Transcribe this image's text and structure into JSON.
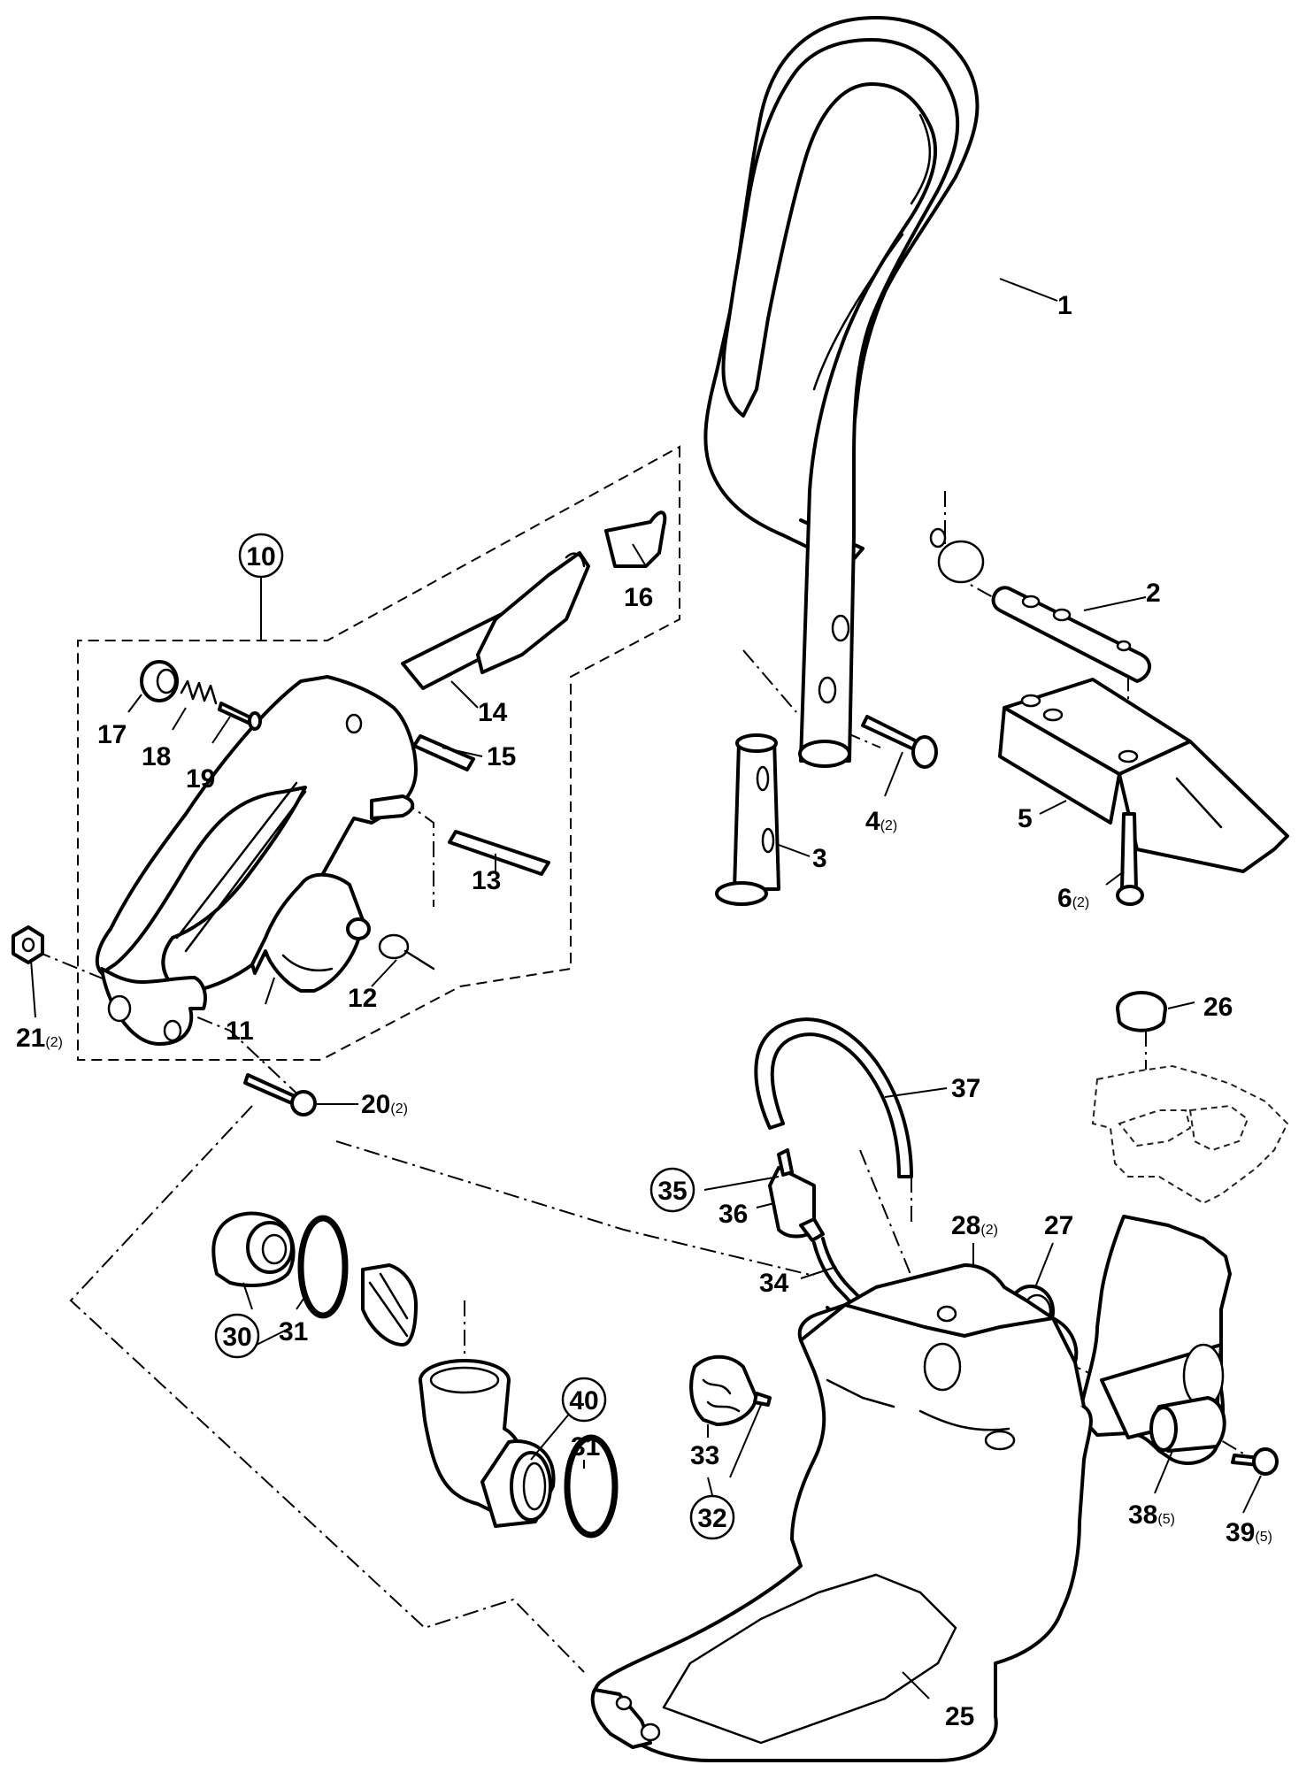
{
  "callouts": [
    {
      "id": "c1",
      "num": "1",
      "qty": ""
    },
    {
      "id": "c2",
      "num": "2",
      "qty": ""
    },
    {
      "id": "c3",
      "num": "3",
      "qty": ""
    },
    {
      "id": "c4",
      "num": "4",
      "qty": "(2)"
    },
    {
      "id": "c5",
      "num": "5",
      "qty": ""
    },
    {
      "id": "c6",
      "num": "6",
      "qty": "(2)"
    },
    {
      "id": "c10",
      "num": "10",
      "qty": ""
    },
    {
      "id": "c11",
      "num": "11",
      "qty": ""
    },
    {
      "id": "c12",
      "num": "12",
      "qty": ""
    },
    {
      "id": "c13",
      "num": "13",
      "qty": ""
    },
    {
      "id": "c14",
      "num": "14",
      "qty": ""
    },
    {
      "id": "c15",
      "num": "15",
      "qty": ""
    },
    {
      "id": "c16",
      "num": "16",
      "qty": ""
    },
    {
      "id": "c17",
      "num": "17",
      "qty": ""
    },
    {
      "id": "c18",
      "num": "18",
      "qty": ""
    },
    {
      "id": "c19",
      "num": "19",
      "qty": ""
    },
    {
      "id": "c20",
      "num": "20",
      "qty": "(2)"
    },
    {
      "id": "c21",
      "num": "21",
      "qty": "(2)"
    },
    {
      "id": "c25",
      "num": "25",
      "qty": ""
    },
    {
      "id": "c26",
      "num": "26",
      "qty": ""
    },
    {
      "id": "c27",
      "num": "27",
      "qty": ""
    },
    {
      "id": "c28",
      "num": "28",
      "qty": "(2)"
    },
    {
      "id": "c30",
      "num": "30",
      "qty": ""
    },
    {
      "id": "c31a",
      "num": "31",
      "qty": ""
    },
    {
      "id": "c31b",
      "num": "31",
      "qty": ""
    },
    {
      "id": "c32",
      "num": "32",
      "qty": ""
    },
    {
      "id": "c33",
      "num": "33",
      "qty": ""
    },
    {
      "id": "c34",
      "num": "34",
      "qty": ""
    },
    {
      "id": "c35",
      "num": "35",
      "qty": ""
    },
    {
      "id": "c36",
      "num": "36",
      "qty": ""
    },
    {
      "id": "c37",
      "num": "37",
      "qty": ""
    },
    {
      "id": "c38",
      "num": "38",
      "qty": "(5)"
    },
    {
      "id": "c39",
      "num": "39",
      "qty": "(5)"
    },
    {
      "id": "c40",
      "num": "40",
      "qty": ""
    }
  ]
}
